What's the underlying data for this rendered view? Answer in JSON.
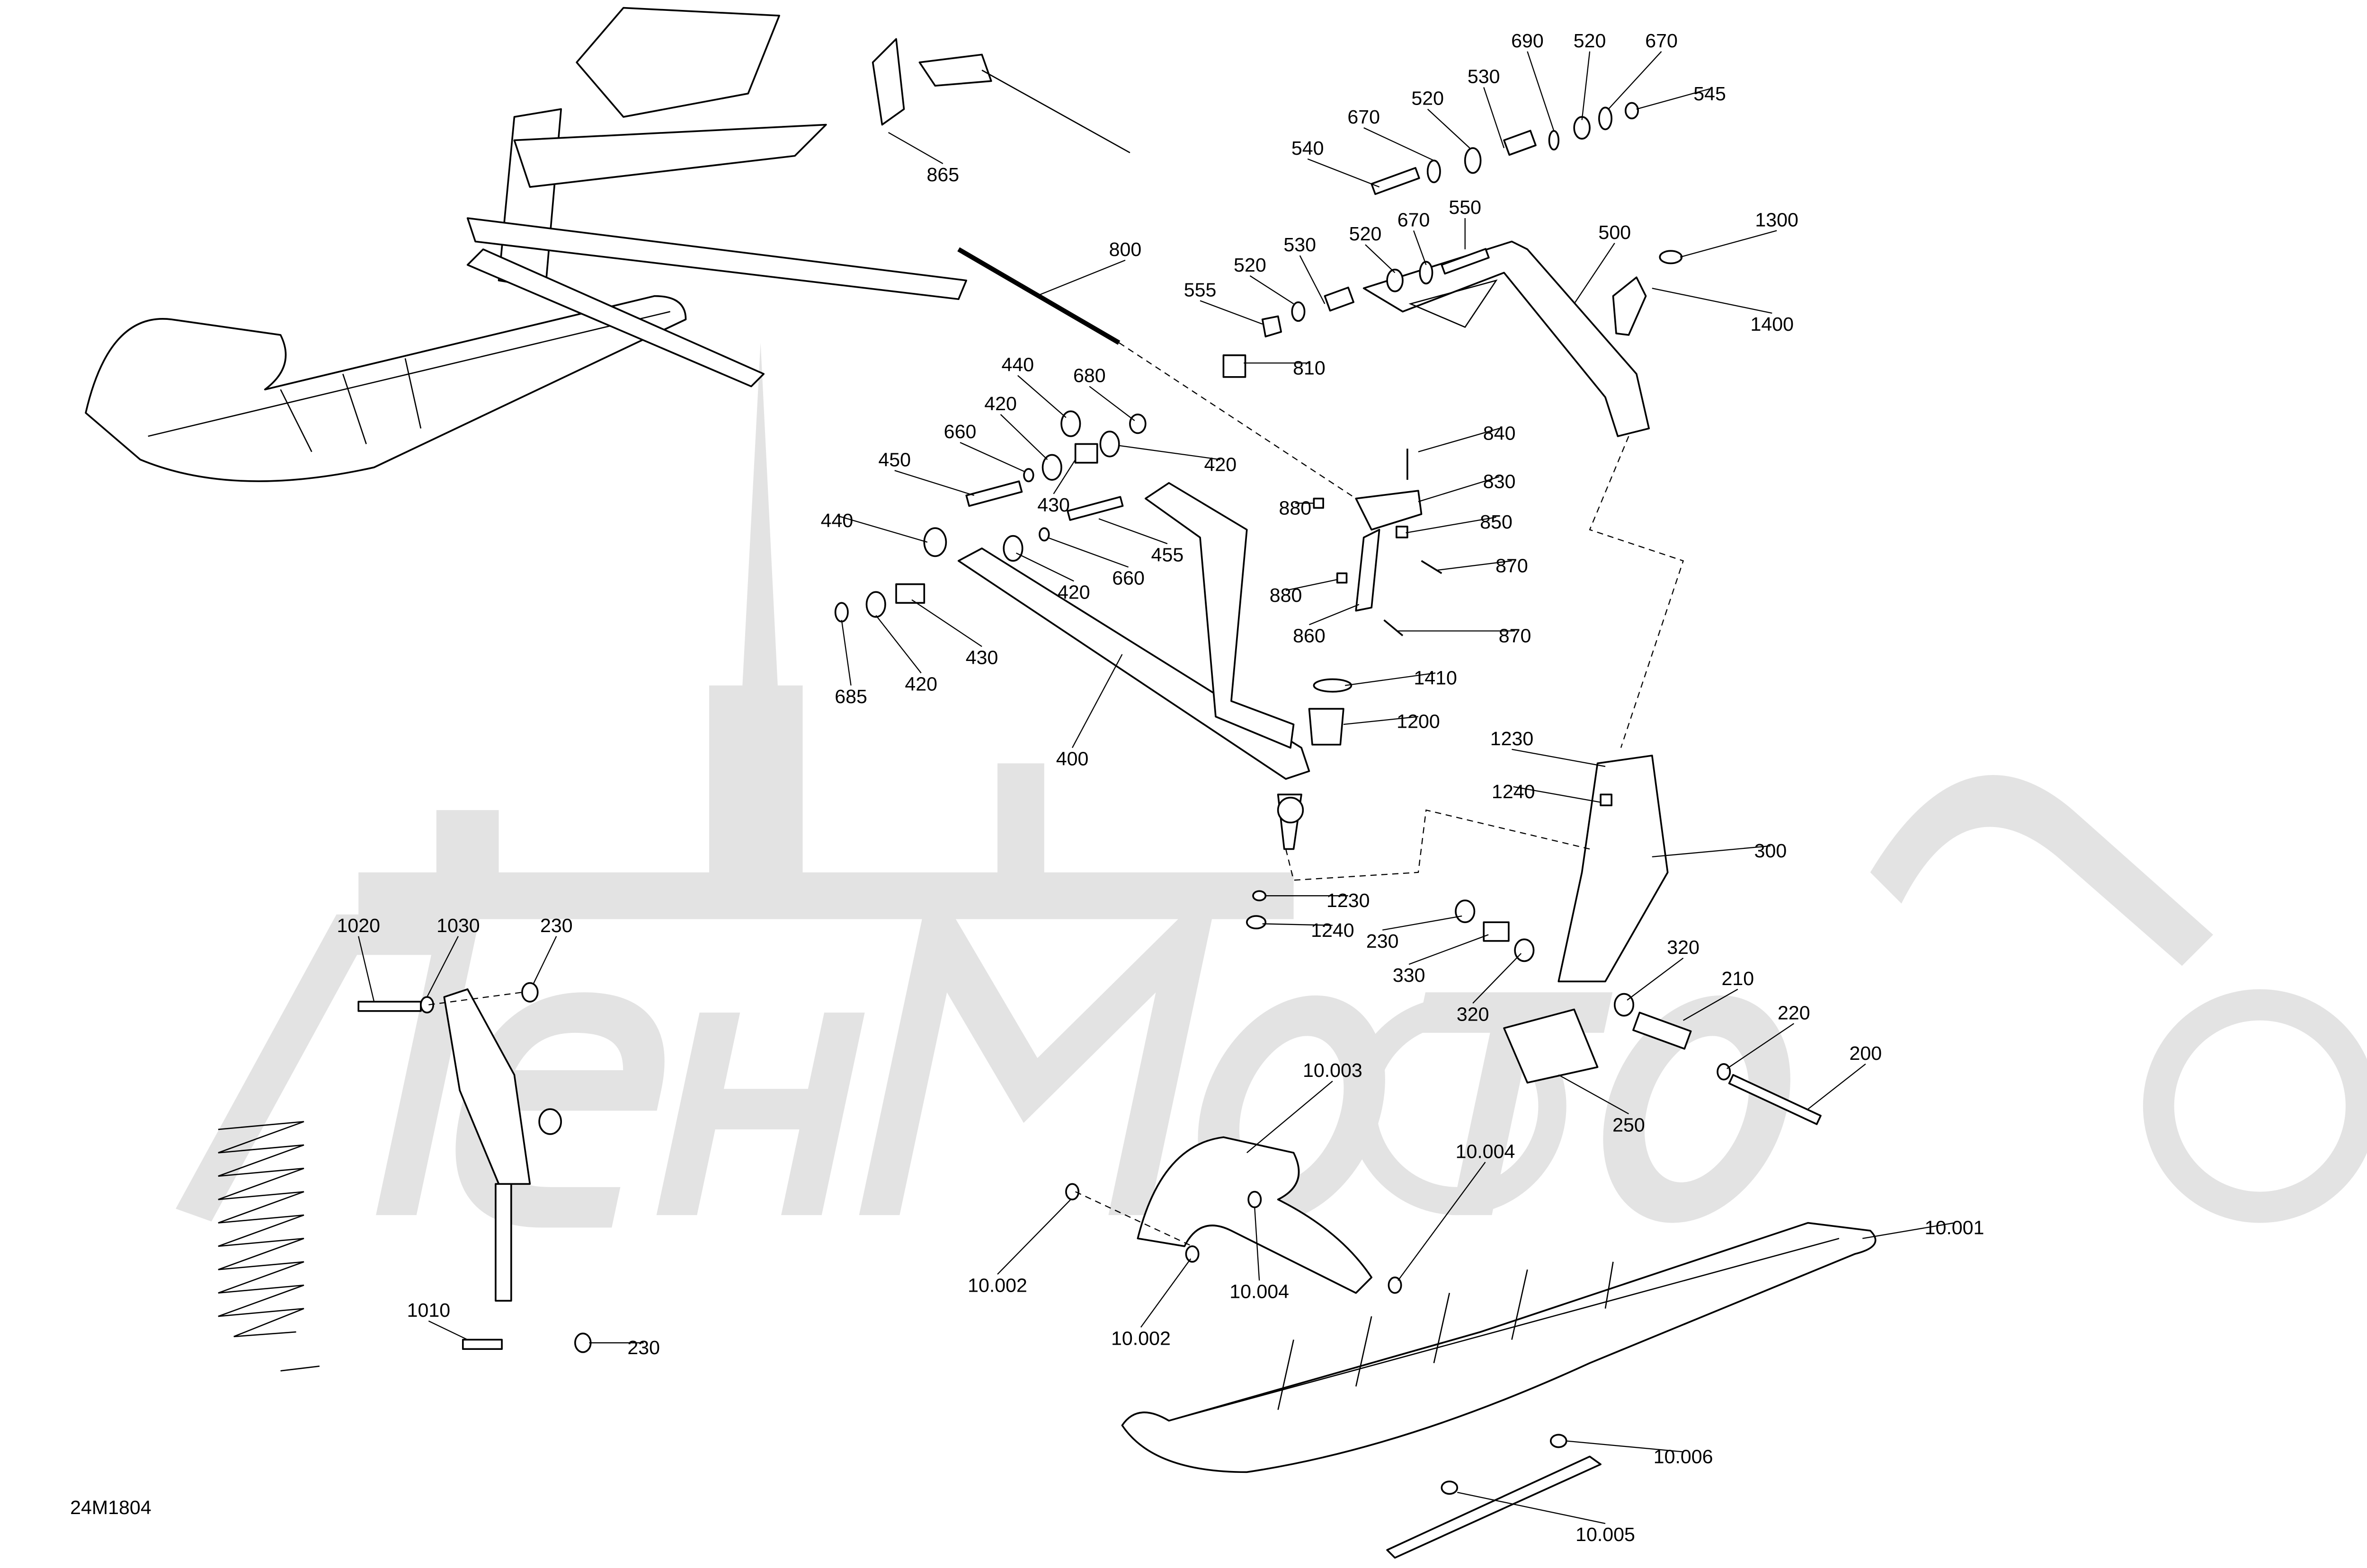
{
  "diagram": {
    "title": "Front suspension and ski exploded view",
    "drawing_code": "24M1804",
    "watermark": "ЛенМото",
    "callouts": [
      "865",
      "800",
      "690",
      "520",
      "670",
      "530",
      "545",
      "670",
      "520",
      "540",
      "550",
      "670",
      "500",
      "1300",
      "520",
      "530",
      "520",
      "555",
      "1400",
      "810",
      "440",
      "680",
      "420",
      "420",
      "660",
      "450",
      "840",
      "830",
      "880",
      "430",
      "850",
      "440",
      "455",
      "660",
      "870",
      "420",
      "880",
      "860",
      "870",
      "685",
      "420",
      "430",
      "1410",
      "1200",
      "400",
      "1230",
      "1240",
      "300",
      "1230",
      "1240",
      "230",
      "330",
      "320",
      "320",
      "210",
      "220",
      "200",
      "250",
      "1020",
      "1030",
      "230",
      "10.003",
      "10.004",
      "10.002",
      "10.004",
      "10.002",
      "10.001",
      "10.006",
      "10.005",
      "1010",
      "230"
    ]
  }
}
